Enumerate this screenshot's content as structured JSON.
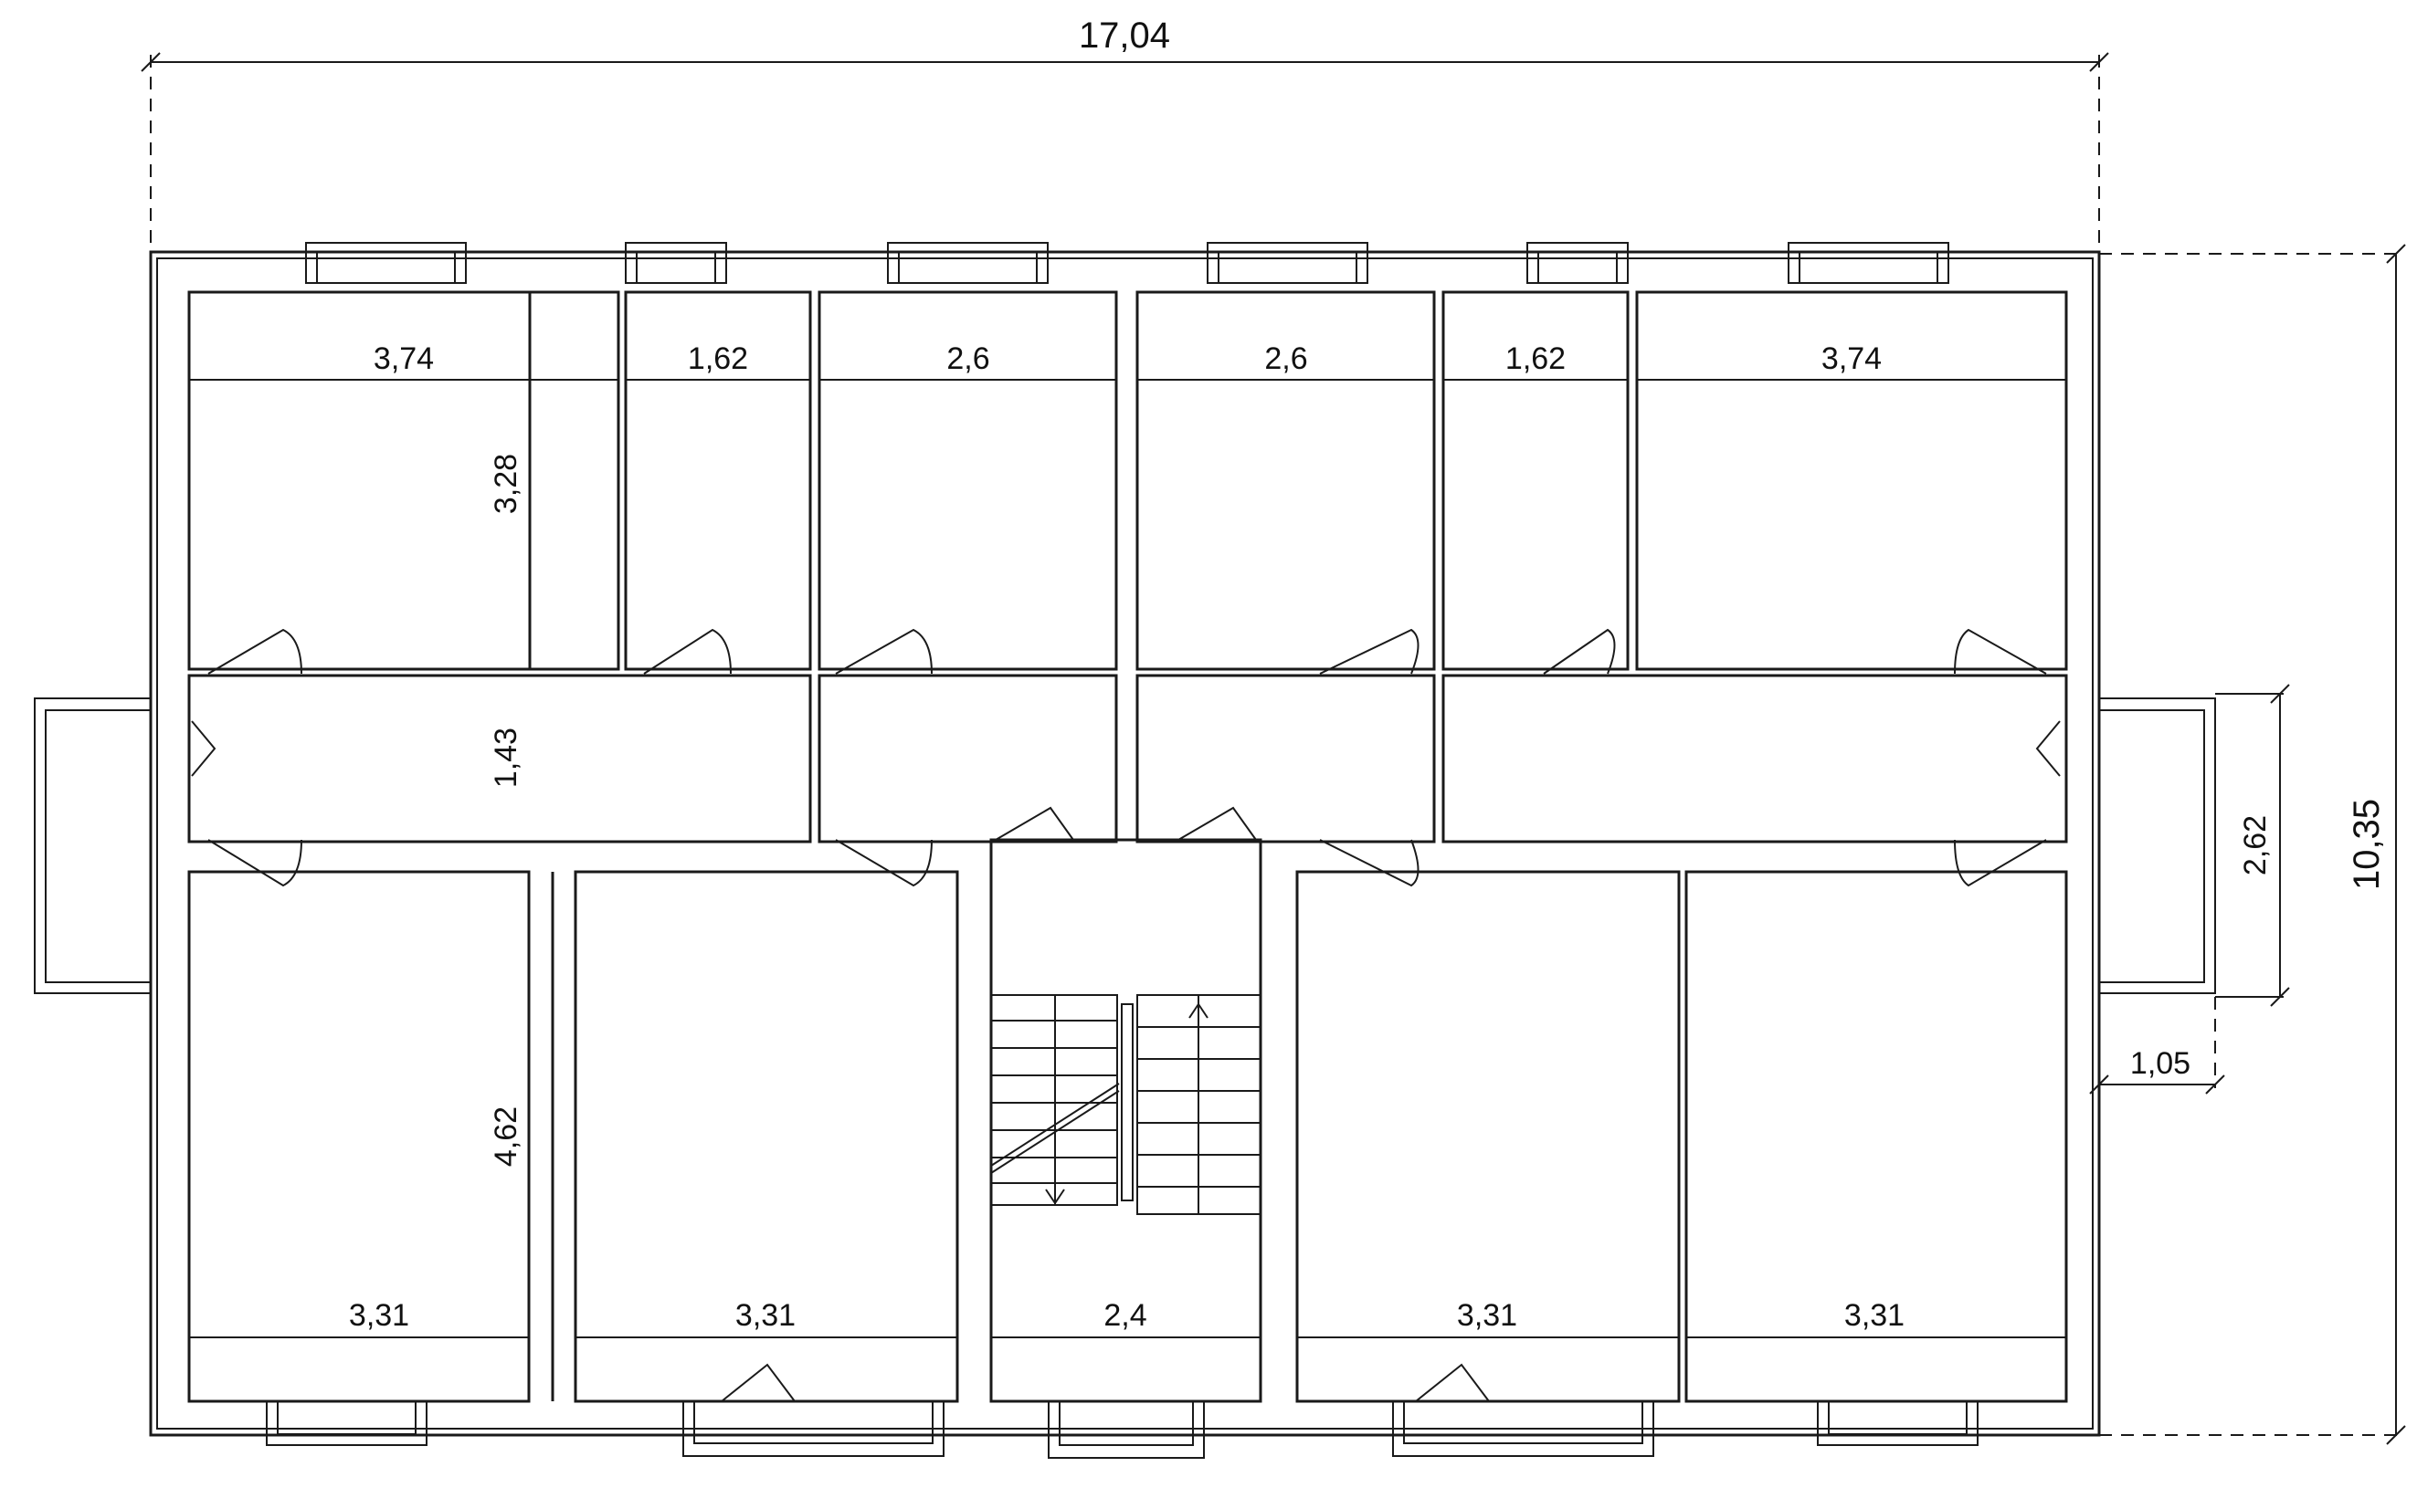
{
  "drawing": {
    "overall_width": "17,04",
    "overall_height": "10,35",
    "top_rooms": [
      "3,74",
      "1,62",
      "2,6",
      "2,6",
      "1,62",
      "3,74"
    ],
    "top_room_depth": "3,28",
    "corridor_width": "1,43",
    "bottom_room_depth": "4,62",
    "bottom_rooms": [
      "3,31",
      "3,31",
      "2,4",
      "3,31",
      "3,31"
    ],
    "balcony_length": "2,62",
    "balcony_depth": "1,05"
  }
}
